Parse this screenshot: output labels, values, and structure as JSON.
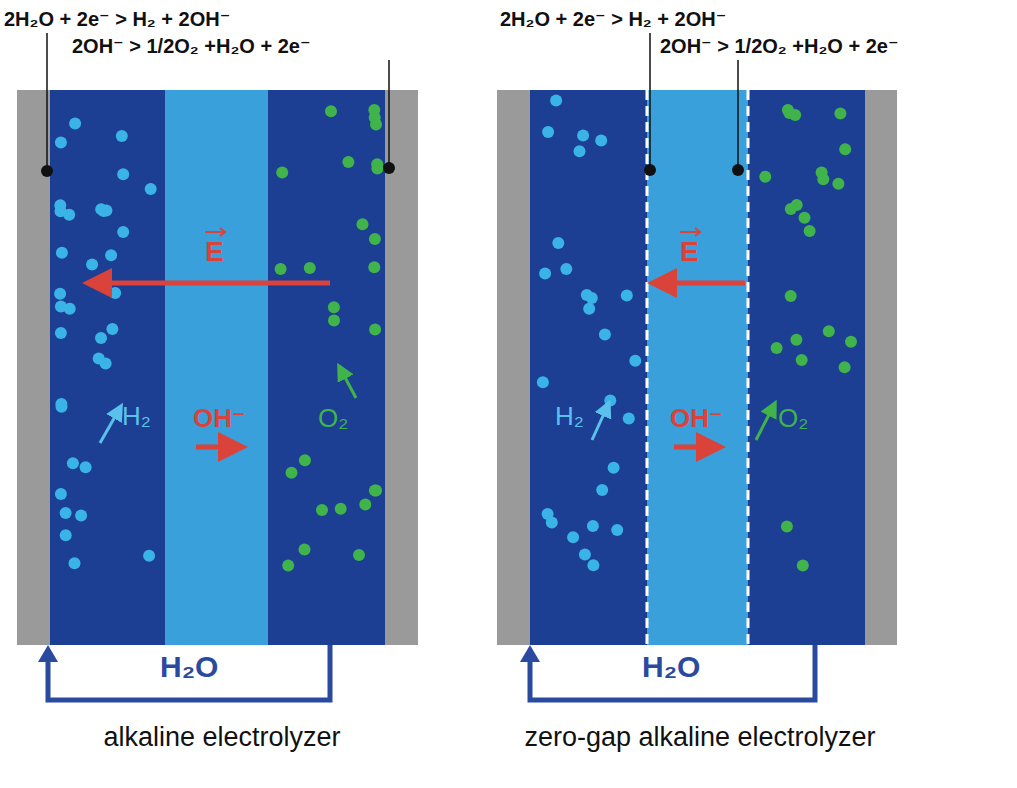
{
  "diagram": {
    "labels": [
      "2H₂O + 2e⁻ > H₂ + 2OH⁻",
      "2OH⁻ > 1/2O₂ +H₂O + 2e⁻",
      "E",
      "H₂",
      "O₂",
      "OH⁻",
      "H₂O",
      "alkaline electrolyzer",
      "2H₂O + 2e⁻ > H₂ + 2OH⁻",
      "2OH⁻ > 1/2O₂ +H₂O + 2e⁻",
      "E",
      "H₂",
      "O₂",
      "OH⁻",
      "H₂O",
      "zero-gap alkaline electrolyzer"
    ]
  }
}
